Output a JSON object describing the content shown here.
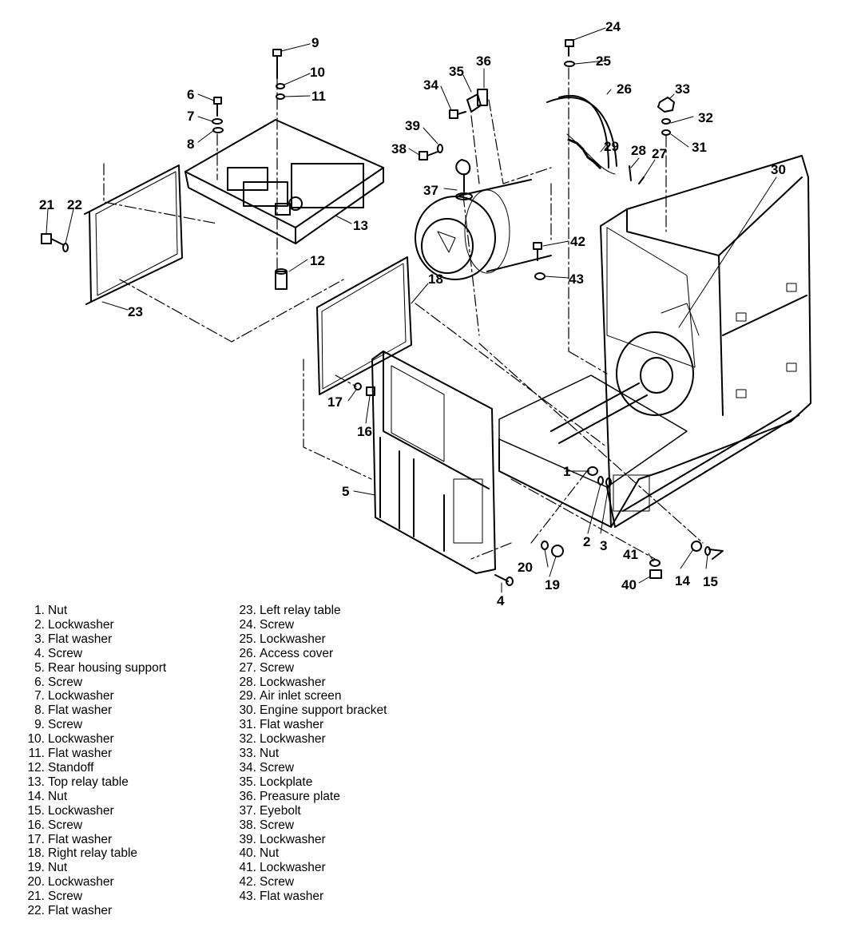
{
  "figure": {
    "callouts": [
      "1",
      "2",
      "3",
      "4",
      "5",
      "6",
      "7",
      "8",
      "9",
      "10",
      "11",
      "12",
      "13",
      "14",
      "15",
      "16",
      "17",
      "18",
      "19",
      "20",
      "21",
      "22",
      "23",
      "24",
      "25",
      "26",
      "27",
      "28",
      "29",
      "30",
      "31",
      "32",
      "33",
      "34",
      "35",
      "36",
      "37",
      "38",
      "39",
      "40",
      "41",
      "42",
      "43"
    ]
  },
  "legend": {
    "items": [
      {
        "num": "1.",
        "label": "Nut"
      },
      {
        "num": "2.",
        "label": "Lockwasher"
      },
      {
        "num": "3.",
        "label": "Flat washer"
      },
      {
        "num": "4.",
        "label": "Screw"
      },
      {
        "num": "5.",
        "label": "Rear housing support"
      },
      {
        "num": "6.",
        "label": "Screw"
      },
      {
        "num": "7.",
        "label": "Lockwasher"
      },
      {
        "num": "8.",
        "label": "Flat washer"
      },
      {
        "num": "9.",
        "label": "Screw"
      },
      {
        "num": "10.",
        "label": "Lockwasher"
      },
      {
        "num": "11.",
        "label": "Flat washer"
      },
      {
        "num": "12.",
        "label": "Standoff"
      },
      {
        "num": "13.",
        "label": "Top relay table"
      },
      {
        "num": "14.",
        "label": "Nut"
      },
      {
        "num": "15.",
        "label": "Lockwasher"
      },
      {
        "num": "16.",
        "label": "Screw"
      },
      {
        "num": "17.",
        "label": "Flat washer"
      },
      {
        "num": "18.",
        "label": "Right relay table"
      },
      {
        "num": "19.",
        "label": "Nut"
      },
      {
        "num": "20.",
        "label": "Lockwasher"
      },
      {
        "num": "21.",
        "label": "Screw"
      },
      {
        "num": "22.",
        "label": "Flat washer"
      },
      {
        "num": "23.",
        "label": "Left relay table"
      },
      {
        "num": "24.",
        "label": "Screw"
      },
      {
        "num": "25.",
        "label": "Lockwasher"
      },
      {
        "num": "26.",
        "label": "Access cover"
      },
      {
        "num": "27.",
        "label": "Screw"
      },
      {
        "num": "28.",
        "label": "Lockwasher"
      },
      {
        "num": "29.",
        "label": "Air inlet screen"
      },
      {
        "num": "30.",
        "label": "Engine support bracket"
      },
      {
        "num": "31.",
        "label": "Flat washer"
      },
      {
        "num": "32.",
        "label": "Lockwasher"
      },
      {
        "num": "33.",
        "label": "Nut"
      },
      {
        "num": "34.",
        "label": "Screw"
      },
      {
        "num": "35.",
        "label": "Lockplate"
      },
      {
        "num": "36.",
        "label": "Preasure plate"
      },
      {
        "num": "37.",
        "label": "Eyebolt"
      },
      {
        "num": "38.",
        "label": "Screw"
      },
      {
        "num": "39.",
        "label": "Lockwasher"
      },
      {
        "num": "40.",
        "label": "Nut"
      },
      {
        "num": "41.",
        "label": "Lockwasher"
      },
      {
        "num": "42.",
        "label": "Screw"
      },
      {
        "num": "43.",
        "label": "Flat washer"
      }
    ]
  }
}
